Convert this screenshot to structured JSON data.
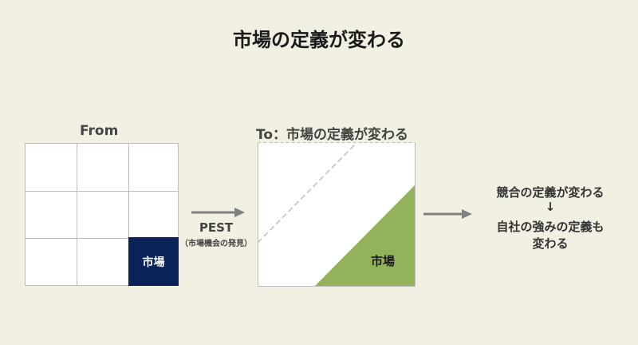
{
  "title": "市場の定義が変わる",
  "from_label": "From",
  "to_label": "To：市場の定義が変わる",
  "market_cell_label": "市場",
  "pest_label": "PEST",
  "pest_sub": "（市場機会の発見）",
  "triangle_label": "市場",
  "right": {
    "line1": "競合の定義が変わる",
    "arrow": "↓",
    "line2": "自社の強みの定義も",
    "line3": "変わる"
  },
  "colors": {
    "background": "#f2efe3",
    "market_cell": "#0b2258",
    "triangle": "#93b35a",
    "arrow": "#808080",
    "dashed": "#bdbdbd"
  }
}
